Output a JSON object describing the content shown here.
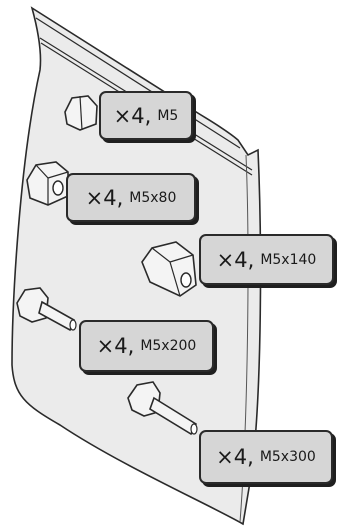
{
  "items": [
    {
      "qty": "×4,",
      "spec": "M5",
      "part": "nut-icon"
    },
    {
      "qty": "×4,",
      "spec": "M5x80",
      "part": "standoff-icon"
    },
    {
      "qty": "×4,",
      "spec": "M5x140",
      "part": "standoff-icon"
    },
    {
      "qty": "×4,",
      "spec": "M5x200",
      "part": "bolt-icon"
    },
    {
      "qty": "×4,",
      "spec": "M5x300",
      "part": "bolt-icon"
    }
  ],
  "colors": {
    "bag": "#ebebeb",
    "label": "#d6d6d6",
    "outline": "#2a2a2a"
  }
}
